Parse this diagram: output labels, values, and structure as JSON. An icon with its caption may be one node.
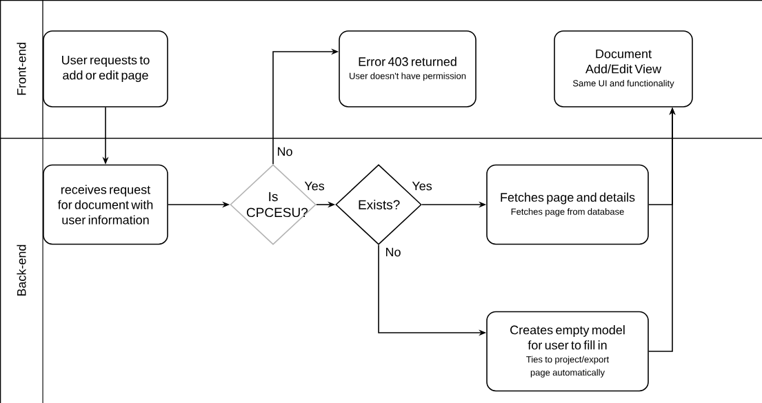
{
  "diagram": {
    "nodes": [
      {
        "text": [
          "Front-end"
        ]
      },
      {
        "text": [
          "Back-end"
        ]
      },
      {
        "text": [
          "User requests to add or edit page"
        ],
        "in": 0
      },
      {
        "text": [
          "Error 403 returned",
          "User doesn't have permission"
        ],
        "in": 0
      },
      {
        "text": [
          "Document Add/Edit View",
          "Same UI and functionality"
        ],
        "in": 0
      },
      {
        "text": [
          "receives request for document with user information"
        ],
        "in": 1
      },
      {
        "text": [
          "Is CPCESU?"
        ],
        "in": 1
      },
      {
        "text": [
          "Exists?"
        ],
        "in": 1
      },
      {
        "text": [
          "Fetches page and details",
          "Fetches page from database"
        ],
        "in": 1
      },
      {
        "text": [
          "Creates empty model for user to fill in",
          "Ties to project/export page automatically"
        ],
        "in": 1
      }
    ],
    "edges": [
      {
        "from": 2,
        "to": 5,
        "arrow": "to"
      },
      {
        "from": 5,
        "to": 6,
        "arrow": "to"
      },
      {
        "from": 6,
        "to": 3,
        "arrow": "to",
        "label": "No"
      },
      {
        "from": 6,
        "to": 7,
        "arrow": "to",
        "label": "Yes"
      },
      {
        "from": 7,
        "to": 8,
        "arrow": "to",
        "label": "Yes"
      },
      {
        "from": 7,
        "to": 9,
        "arrow": "to",
        "label": "No"
      },
      {
        "from": 8,
        "to": 4,
        "arrow": "to"
      },
      {
        "from": 9,
        "to": 4,
        "arrow": "to"
      }
    ]
  }
}
